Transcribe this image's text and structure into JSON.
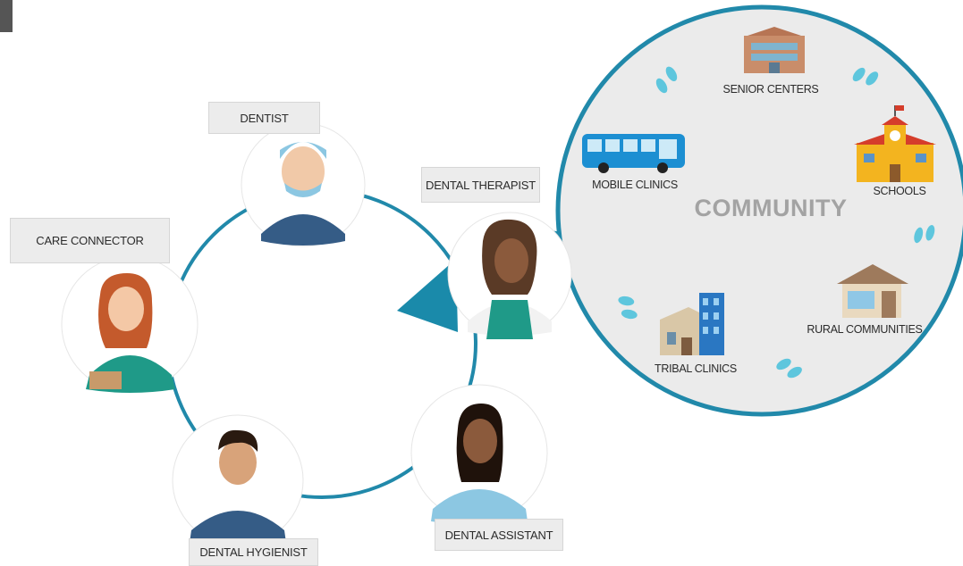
{
  "community": {
    "title": "COMMUNITY",
    "sites": {
      "senior_centers": "SENIOR CENTERS",
      "mobile_clinics": "MOBILE CLINICS",
      "schools": "SCHOOLS",
      "rural_communities": "RURAL COMMUNITIES",
      "tribal_clinics": "TRIBAL CLINICS"
    }
  },
  "care_team": {
    "dentist": "DENTIST",
    "dental_therapist": "DENTAL THERAPIST",
    "care_connector": "CARE CONNECTOR",
    "dental_hygienist": "DENTAL HYGIENIST",
    "dental_assistant": "DENTAL ASSISTANT"
  },
  "colors": {
    "ring": "#2189aa",
    "arrow": "#1a8aaa",
    "community_fill": "#ebebeb",
    "community_border": "#2189aa",
    "label_bg": "#ececec",
    "footprint": "#5ec6dd",
    "scrub_teal": "#1f9a88",
    "scrub_navy": "#355c86"
  },
  "icons": [
    "bus-icon",
    "senior-center-building-icon",
    "school-icon",
    "house-icon",
    "clinic-building-icon",
    "footprints-icon"
  ]
}
